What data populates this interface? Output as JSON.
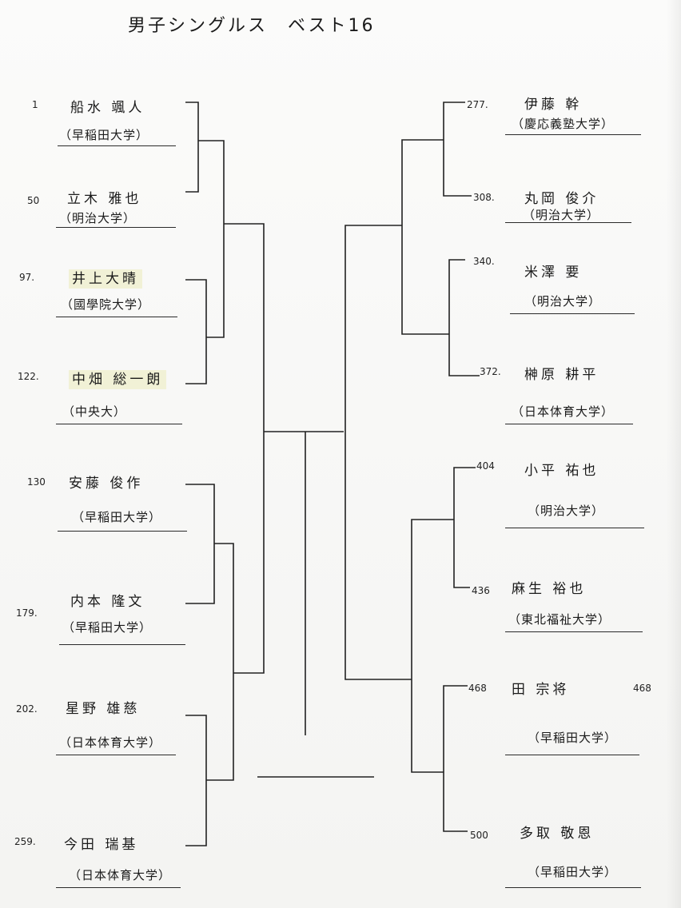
{
  "title": "男子シングルス　ベスト16",
  "players_left": [
    {
      "seed": "1",
      "name": "船水 颯人",
      "school": "（早稲田大学）"
    },
    {
      "seed": "50",
      "name": "立木 雅也",
      "school": "（明治大学）"
    },
    {
      "seed": "97.",
      "name": "井上大晴",
      "school": "（國學院大学）"
    },
    {
      "seed": "122.",
      "name": "中畑 総一朗",
      "school": "（中央大）"
    },
    {
      "seed": "130",
      "name": "安藤 俊作",
      "school": "（早稲田大学）"
    },
    {
      "seed": "179.",
      "name": "内本 隆文",
      "school": "（早稲田大学）"
    },
    {
      "seed": "202.",
      "name": "星野 雄慈",
      "school": "（日本体育大学）"
    },
    {
      "seed": "259.",
      "name": "今田 瑞基",
      "school": "（日本体育大学）"
    }
  ],
  "players_right": [
    {
      "seed": "277.",
      "name": "伊藤 幹",
      "school": "（慶応義塾大学）"
    },
    {
      "seed": "308.",
      "name": "丸岡 俊介",
      "school": "（明治大学）"
    },
    {
      "seed": "340.",
      "name": "米澤 要",
      "school": "（明治大学）"
    },
    {
      "seed": "372.",
      "name": "榊原 耕平",
      "school": "（日本体育大学）"
    },
    {
      "seed": "404",
      "name": "小平 祐也",
      "school": "（明治大学）"
    },
    {
      "seed": "436",
      "name": "麻生 裕也",
      "school": "（東北福祉大学）"
    },
    {
      "seed": "468",
      "name": "田 宗将",
      "school": "（早稲田大学）",
      "extra": "468"
    },
    {
      "seed": "500",
      "name": "多取 敬恩",
      "school": "（早稲田大学）"
    }
  ]
}
